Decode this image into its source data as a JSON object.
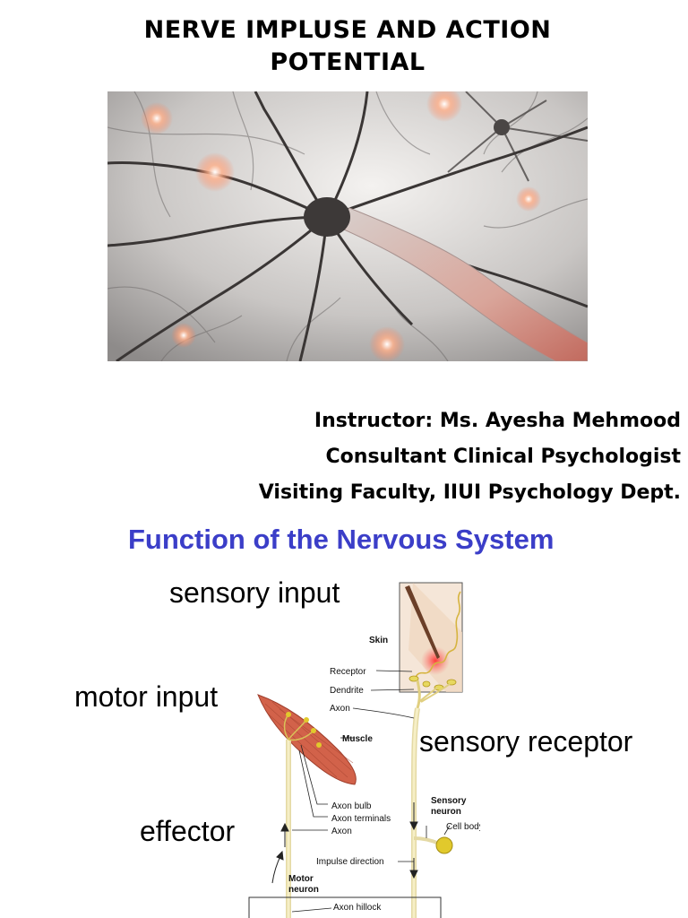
{
  "slide1": {
    "title_line1": "NERVE IMPLUSE AND ACTION",
    "title_line2": "POTENTIAL",
    "instructor": "Instructor: Ms. Ayesha Mehmood",
    "role": "Consultant Clinical Psychologist",
    "affiliation": "Visiting Faculty, IIUI Psychology Dept."
  },
  "slide2": {
    "title": "Function of the Nervous System",
    "labels": {
      "sensory_input": "sensory input",
      "motor_input": "motor input",
      "sensory_receptor": "sensory receptor",
      "effector": "effector"
    },
    "diagram": {
      "skin": "Skin",
      "receptor": "Receptor",
      "dendrite": "Dendrite",
      "axon_top": "Axon",
      "muscle": "Muscle",
      "axon_bulb": "Axon bulb",
      "axon_terminals": "Axon terminals",
      "axon_bottom": "Axon",
      "sensory_neuron_1": "Sensory",
      "sensory_neuron_2": "neuron",
      "cell_body": "Cell body",
      "impulse_direction": "Impulse direction",
      "motor_neuron_1": "Motor",
      "motor_neuron_2": "neuron",
      "axon_hillock": "Axon hillock"
    }
  }
}
